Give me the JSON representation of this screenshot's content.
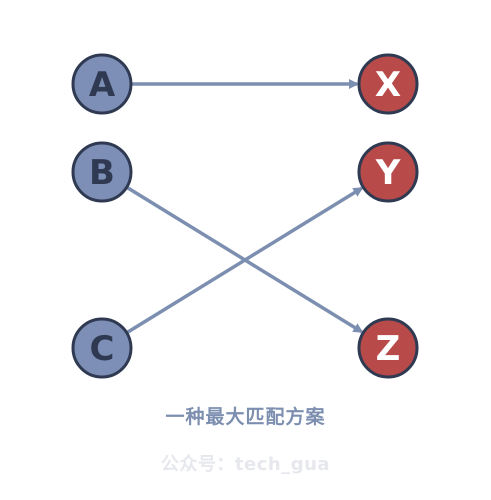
{
  "diagram": {
    "left_nodes": [
      {
        "id": "A",
        "label": "A"
      },
      {
        "id": "B",
        "label": "B"
      },
      {
        "id": "C",
        "label": "C"
      }
    ],
    "right_nodes": [
      {
        "id": "X",
        "label": "X"
      },
      {
        "id": "Y",
        "label": "Y"
      },
      {
        "id": "Z",
        "label": "Z"
      }
    ],
    "edges": [
      {
        "from": "A",
        "to": "X"
      },
      {
        "from": "B",
        "to": "Z"
      },
      {
        "from": "C",
        "to": "Y"
      }
    ],
    "colors": {
      "left_fill": "#7d8fb6",
      "right_fill": "#b84a4a",
      "stroke": "#2f3a52",
      "edge": "#7d8fb0",
      "left_text": "#2f3a52",
      "right_text": "#ffffff"
    }
  },
  "caption": {
    "title": "一种最大匹配方案",
    "credit": "公众号：tech_gua"
  }
}
